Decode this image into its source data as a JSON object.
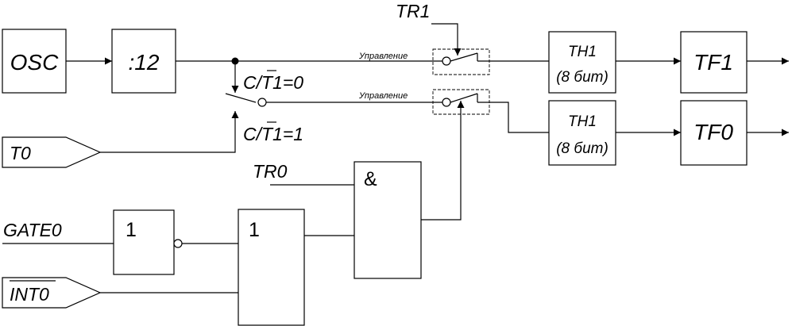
{
  "blocks": {
    "osc": "OSC",
    "divider": ":12",
    "th1_top": "TH1",
    "th1_top_bits": "(8 бит)",
    "th1_bottom": "TH1",
    "th1_bottom_bits": "(8 бит)",
    "tf1": "TF1",
    "tf0": "TF0",
    "and_gate": "&",
    "not_gate": "1",
    "or_gate": "1"
  },
  "inputs": {
    "t0": "T0",
    "gate0": "GATE0",
    "int0": "INT0",
    "tr1": "TR1",
    "tr0": "TR0"
  },
  "switch_labels": {
    "ct_zero": "C/T1=0",
    "ct_one": "C/T1=1",
    "control_top": "Управление",
    "control_bottom": "Управление"
  }
}
